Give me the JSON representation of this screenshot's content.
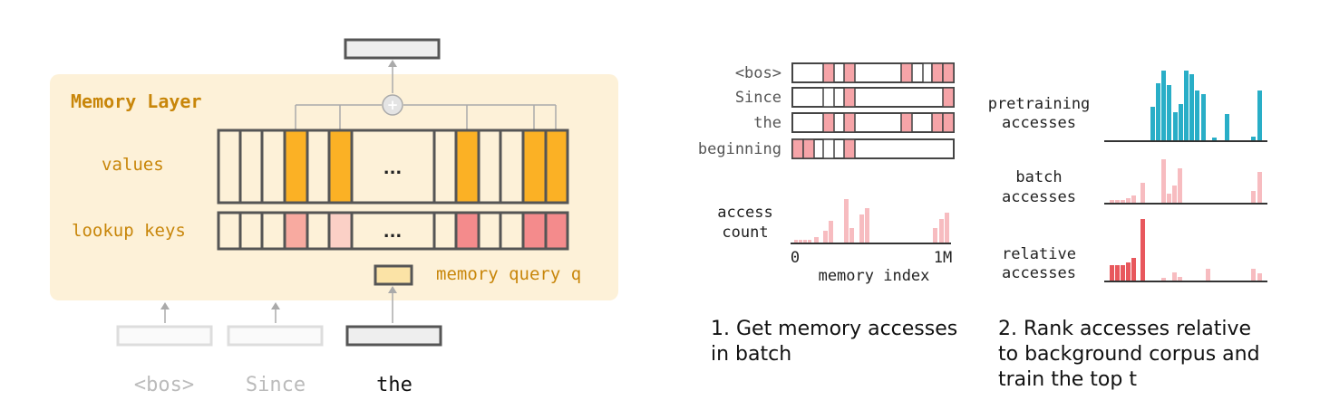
{
  "memory_layer": {
    "title": "Memory Layer",
    "values_label": "values",
    "keys_label": "lookup keys",
    "ellipsis": "...",
    "query_label": "memory query q",
    "plus_symbol": "+",
    "inputs": [
      "<bos>",
      "Since",
      "the"
    ],
    "colors": {
      "panel_bg": "#fdf1d8",
      "title_text": "#c8860a",
      "value_highlight": "#fbb125",
      "key_highlight_light": "#fbd0c6",
      "key_highlight_mid": "#f8aaa0",
      "key_highlight_strong": "#f48b8c",
      "outline": "#555555",
      "faded": "#cccccc"
    }
  },
  "access_pattern": {
    "tokens": [
      "<bos>",
      "Since",
      "the",
      "beginning"
    ],
    "highlight_color": "#f6a4a8"
  },
  "access_histogram": {
    "ylabel_line1": "access",
    "ylabel_line2": "count",
    "xlabel": "memory index",
    "x_min_label": "0",
    "x_max_label": "1M",
    "bar_color": "#f7bcc0"
  },
  "step1": {
    "line1": "1. Get memory accesses",
    "line2": "in batch"
  },
  "rank_charts": [
    {
      "label_line1": "pretraining",
      "label_line2": "accesses",
      "color": "#29aec7"
    },
    {
      "label_line1": "batch",
      "label_line2": "accesses",
      "color": "#f7b4b9"
    },
    {
      "label_line1": "relative",
      "label_line2": "accesses",
      "color": "#e8585d"
    }
  ],
  "step2": {
    "line1": "2. Rank accesses relative",
    "line2": "to background corpus and",
    "line3": "train the top t"
  }
}
